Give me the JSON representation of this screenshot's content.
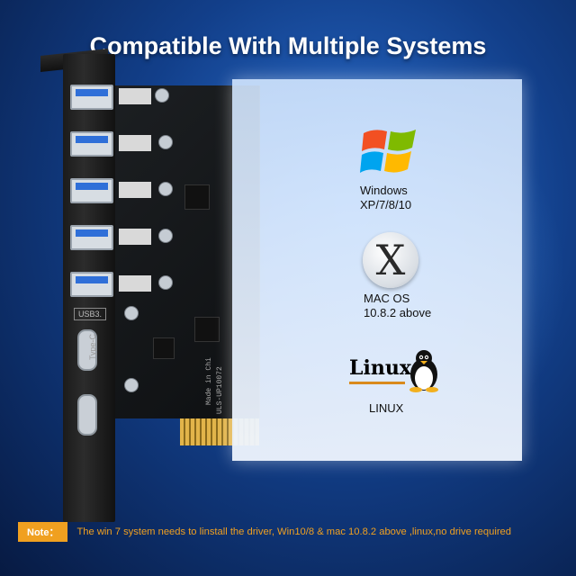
{
  "title": "Compatible With Multiple Systems",
  "card": {
    "usb_label": "USB3.",
    "typec_label": "Type-C",
    "pcb_marking_1": "Made in Chi",
    "pcb_marking_2": "ULS-UP10072"
  },
  "systems": {
    "windows": {
      "line1": "Windows",
      "line2": "XP/7/8/10",
      "icon": "windows-logo"
    },
    "mac": {
      "line1": "MAC OS",
      "line2": "10.8.2 above",
      "logo_text": "X",
      "icon": "mac-os-x-logo"
    },
    "linux": {
      "logo_text": "Linux",
      "label": "LINUX",
      "icon": "tux-penguin-logo"
    }
  },
  "note": {
    "badge": "Note：",
    "text": "The win 7 system needs to linstall the driver, Win10/8 & mac 10.8.2 above  ,linux,no drive required"
  },
  "colors": {
    "accent": "#f0a020",
    "background": "#123f8a",
    "windows_red": "#f25022",
    "windows_green": "#7fba00",
    "windows_blue": "#00a4ef",
    "windows_yellow": "#ffb900"
  }
}
